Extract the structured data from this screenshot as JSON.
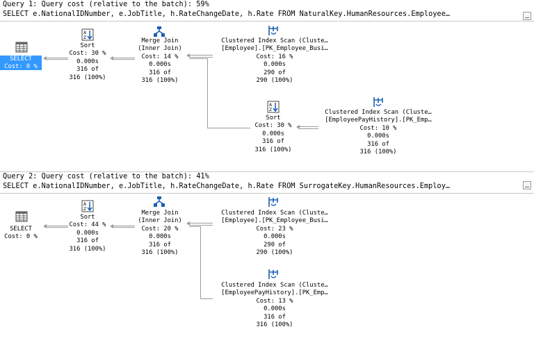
{
  "queries": [
    {
      "header": "Query 1: Query cost (relative to the batch): 59%",
      "sql": "SELECT e.NationalIDNumber, e.JobTitle, h.RateChangeDate, h.Rate FROM NaturalKey.HumanResources.Employee…",
      "select": {
        "label": "SELECT",
        "cost": "Cost: 0 %"
      },
      "sort1": {
        "title": "Sort",
        "cost": "Cost: 30 %",
        "time": "0.000s",
        "rows": "316 of",
        "pct": "316 (100%)"
      },
      "merge": {
        "title": "Merge Join",
        "subtitle": "(Inner Join)",
        "cost": "Cost: 14 %",
        "time": "0.000s",
        "rows": "316 of",
        "pct": "316 (100%)"
      },
      "scan1": {
        "title": "Clustered Index Scan (Cluste…",
        "object": "[Employee].[PK_Employee_Busi…",
        "cost": "Cost: 16 %",
        "time": "0.000s",
        "rows": "290 of",
        "pct": "290 (100%)"
      },
      "sort2": {
        "title": "Sort",
        "cost": "Cost: 30 %",
        "time": "0.000s",
        "rows": "316 of",
        "pct": "316 (100%)"
      },
      "scan2": {
        "title": "Clustered Index Scan (Cluste…",
        "object": "[EmployeePayHistory].[PK_Emp…",
        "cost": "Cost: 10 %",
        "time": "0.000s",
        "rows": "316 of",
        "pct": "316 (100%)"
      }
    },
    {
      "header": "Query 2: Query cost (relative to the batch): 41%",
      "sql": "SELECT e.NationalIDNumber, e.JobTitle, h.RateChangeDate, h.Rate FROM SurrogateKey.HumanResources.Employ…",
      "select": {
        "label": "SELECT",
        "cost": "Cost: 0 %"
      },
      "sort1": {
        "title": "Sort",
        "cost": "Cost: 44 %",
        "time": "0.000s",
        "rows": "316 of",
        "pct": "316 (100%)"
      },
      "merge": {
        "title": "Merge Join",
        "subtitle": "(Inner Join)",
        "cost": "Cost: 20 %",
        "time": "0.000s",
        "rows": "316 of",
        "pct": "316 (100%)"
      },
      "scan1": {
        "title": "Clustered Index Scan (Cluste…",
        "object": "[Employee].[PK_Employee_Busi…",
        "cost": "Cost: 23 %",
        "time": "0.000s",
        "rows": "290 of",
        "pct": "290 (100%)"
      },
      "scan2": {
        "title": "Clustered Index Scan (Cluste…",
        "object": "[EmployeePayHistory].[PK_Emp…",
        "cost": "Cost: 13 %",
        "time": "0.000s",
        "rows": "316 of",
        "pct": "316 (100%)"
      }
    }
  ],
  "icons": [
    "table-icon",
    "sort-icon",
    "merge-join-icon",
    "clustered-index-scan-icon",
    "collapse-button"
  ],
  "colors": {
    "selection": "#3399ff",
    "connector": "#9a9a9a",
    "separator": "#c8c8c8"
  }
}
